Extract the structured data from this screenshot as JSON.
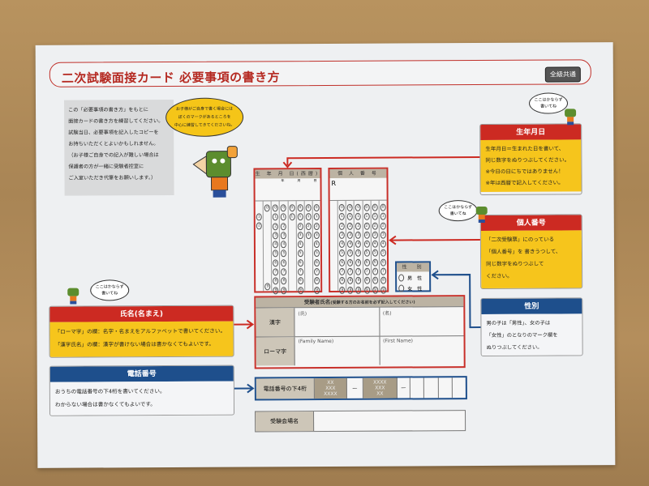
{
  "header": {
    "title": "二次試験面接カード 必要事項の書き方",
    "badge": "全級共通"
  },
  "intro": {
    "lines": [
      "この「必要事項の書き方」をもとに",
      "面接カードの書き方を練習してください。",
      "試験当日、必要事項を記入したコピーを",
      "お持ちいただくとよいかもしれません。",
      "（お子様ご自身での記入が難しい場合は",
      "保護者の方が一緒に受験者控室に",
      "ご入室いただき代筆をお願いします。）"
    ]
  },
  "speech_bubble": [
    "お子様がご自身で書く場合には",
    "ぼくのマークがあるところを",
    "中心に練習してきてくださいね。"
  ],
  "reminder": [
    "ここはかならず",
    "書いてね"
  ],
  "birthdate_grid": {
    "header": "生 年 月 日(西暦)",
    "sublabels": [
      "年",
      "月",
      "日"
    ],
    "columns": [
      [
        1,
        2
      ],
      [
        0,
        null,
        null,
        null,
        null,
        null,
        null,
        null,
        null,
        9
      ],
      [
        0,
        1,
        2,
        3,
        4,
        5,
        6,
        7,
        8,
        9
      ],
      [
        0,
        1,
        2,
        3,
        4,
        5,
        6,
        7,
        8,
        9
      ],
      [
        0,
        1
      ],
      [
        0,
        1,
        2,
        3,
        4,
        5,
        6,
        7,
        8,
        9
      ],
      [
        0,
        1,
        2,
        3
      ],
      [
        0,
        1,
        2,
        3,
        4,
        5,
        6,
        7,
        8,
        9
      ]
    ]
  },
  "personal_number_grid": {
    "header": "個 人 番 号",
    "prefix": "R",
    "column_count": 6
  },
  "gender_box": {
    "header": "性　別",
    "options": [
      "男　性",
      "女　性"
    ]
  },
  "notes": {
    "birthdate": {
      "title": "生年月日",
      "lines": [
        "生年月日＝生まれた日を書いて、",
        "同じ数字をぬりつぶしてください。",
        "※今日の日にちではありません！",
        "※年は西暦で記入してください。"
      ]
    },
    "personal_number": {
      "title": "個人番号",
      "lines": [
        "「二次受験票」にのっている",
        "「個人番号」を 書きうつして、",
        "同じ数字をぬりつぶして",
        "ください。"
      ]
    },
    "gender": {
      "title": "性別",
      "lines": [
        "男の子は「男性」、女の子は",
        "「女性」のとなりのマーク欄を",
        "ぬりつぶしてください。"
      ]
    },
    "name": {
      "title": "氏名(名まえ)",
      "lines": [
        "「ローマ字」の欄：名字・名まえをアルファベットで書いてください。",
        "「漢字氏名」の欄：漢字が書けない場合は書かなくてもよいです。"
      ]
    },
    "phone": {
      "title": "電話番号",
      "lines": [
        "おうちの電話番号の下4桁を書いてください。",
        "わからない場合は書かなくてもよいです。"
      ]
    }
  },
  "name_table": {
    "header": "受験者氏名",
    "header_note": "(受験する方のお名前を必ず記入してください)",
    "rows": [
      {
        "label": "漢字",
        "left": "(氏)",
        "right": "(名)"
      },
      {
        "label": "ローマ字",
        "left": "(Family Name)",
        "right": "(First Name)"
      }
    ]
  },
  "phone_row": {
    "label": "電話番号の下4桁",
    "mask1": [
      "XX",
      "XXX",
      "XXXX"
    ],
    "dash": "—",
    "mask2": [
      "XXXX",
      "XXX",
      "XX"
    ]
  },
  "venue_row": {
    "label": "受験会場名"
  },
  "colors": {
    "red": "#cc2a22",
    "blue": "#1e4f8c",
    "yellow": "#f6c51c",
    "wood": "#b08a5a"
  }
}
